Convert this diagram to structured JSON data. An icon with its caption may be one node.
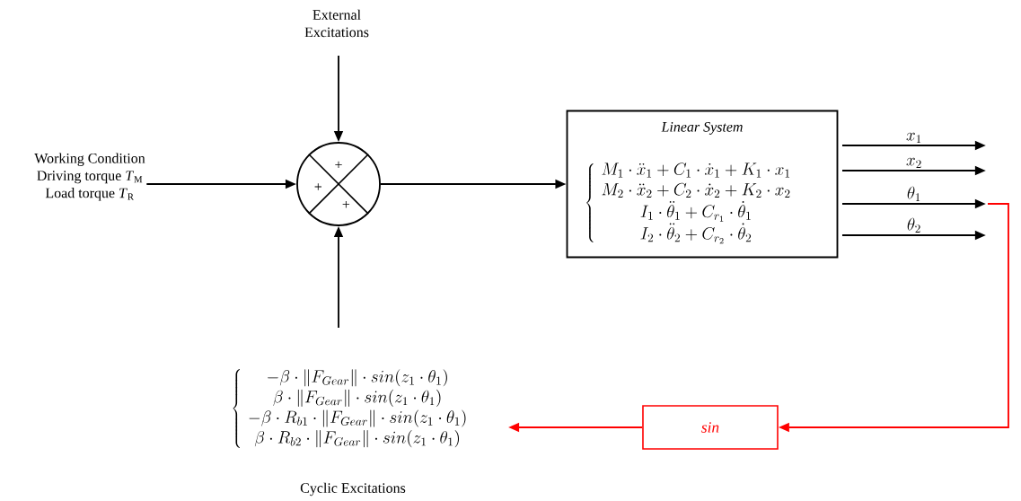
{
  "diagram": {
    "nodes": [
      {
        "text": [
          "External Excitations"
        ]
      },
      {
        "text": [
          "Working Condition",
          "Driving torque *T*$_{M}$",
          "Load torque *T*$_{R}$"
        ]
      },
      {
        "text": [
          "+",
          "+",
          "+"
        ]
      },
      {
        "text": [
          "Linear System",
          "\\left\\{\\begin{array}{c} M_1\\cdot\\ddot{x}_1 + C_1\\cdot\\dot{x}_1 + K_1\\cdot x_1 \\\\ M_2\\cdot\\ddot{x}_2 + C_2\\cdot\\dot{x}_2 + K_2\\cdot x_2 \\\\ I_1\\cdot\\ddot{\\theta}_1 + C_{r_1}\\cdot\\dot{\\theta}_1 \\\\ I_2\\cdot\\ddot{\\theta}_2 + C_{r_2}\\cdot\\dot{\\theta}_2 \\end{array}\\right."
        ]
      },
      {
        "text": [
          "sin"
        ]
      },
      {
        "text": [
          "\\left\\{\\begin{array}{c} -\\beta\\cdot\\|F_{Gear}\\|\\cdot sin(z_1\\cdot\\theta_1) \\\\ \\beta\\cdot\\|F_{Gear}\\|\\cdot sin(z_1\\cdot\\theta_1) \\\\ -\\beta\\cdot R_{b1}\\cdot\\|F_{Gear}\\|\\cdot sin(z_1\\cdot\\theta_1) \\\\ \\beta\\cdot R_{b2}\\cdot\\|F_{Gear}\\|\\cdot sin(z_1\\cdot\\theta_1) \\end{array}\\right.",
          "Cyclic Excitations"
        ]
      }
    ],
    "edges": [
      {
        "from": 0,
        "to": 2,
        "arrow": "to"
      },
      {
        "from": 1,
        "to": 2,
        "arrow": "to"
      },
      {
        "from": 5,
        "to": 2,
        "arrow": "to"
      },
      {
        "from": 2,
        "to": 3,
        "arrow": "to"
      },
      {
        "from": 3,
        "to": null,
        "arrow": "to",
        "label": "x_1"
      },
      {
        "from": 3,
        "to": null,
        "arrow": "to",
        "label": "x_2"
      },
      {
        "from": 3,
        "to": null,
        "arrow": "to",
        "label": "\\theta_1"
      },
      {
        "from": 3,
        "to": null,
        "arrow": "to",
        "label": "\\theta_2"
      },
      {
        "from": null,
        "to": 4,
        "arrow": "to",
        "color": "#ff0000"
      },
      {
        "from": 4,
        "to": 5,
        "arrow": "to",
        "color": "#ff0000"
      }
    ]
  }
}
